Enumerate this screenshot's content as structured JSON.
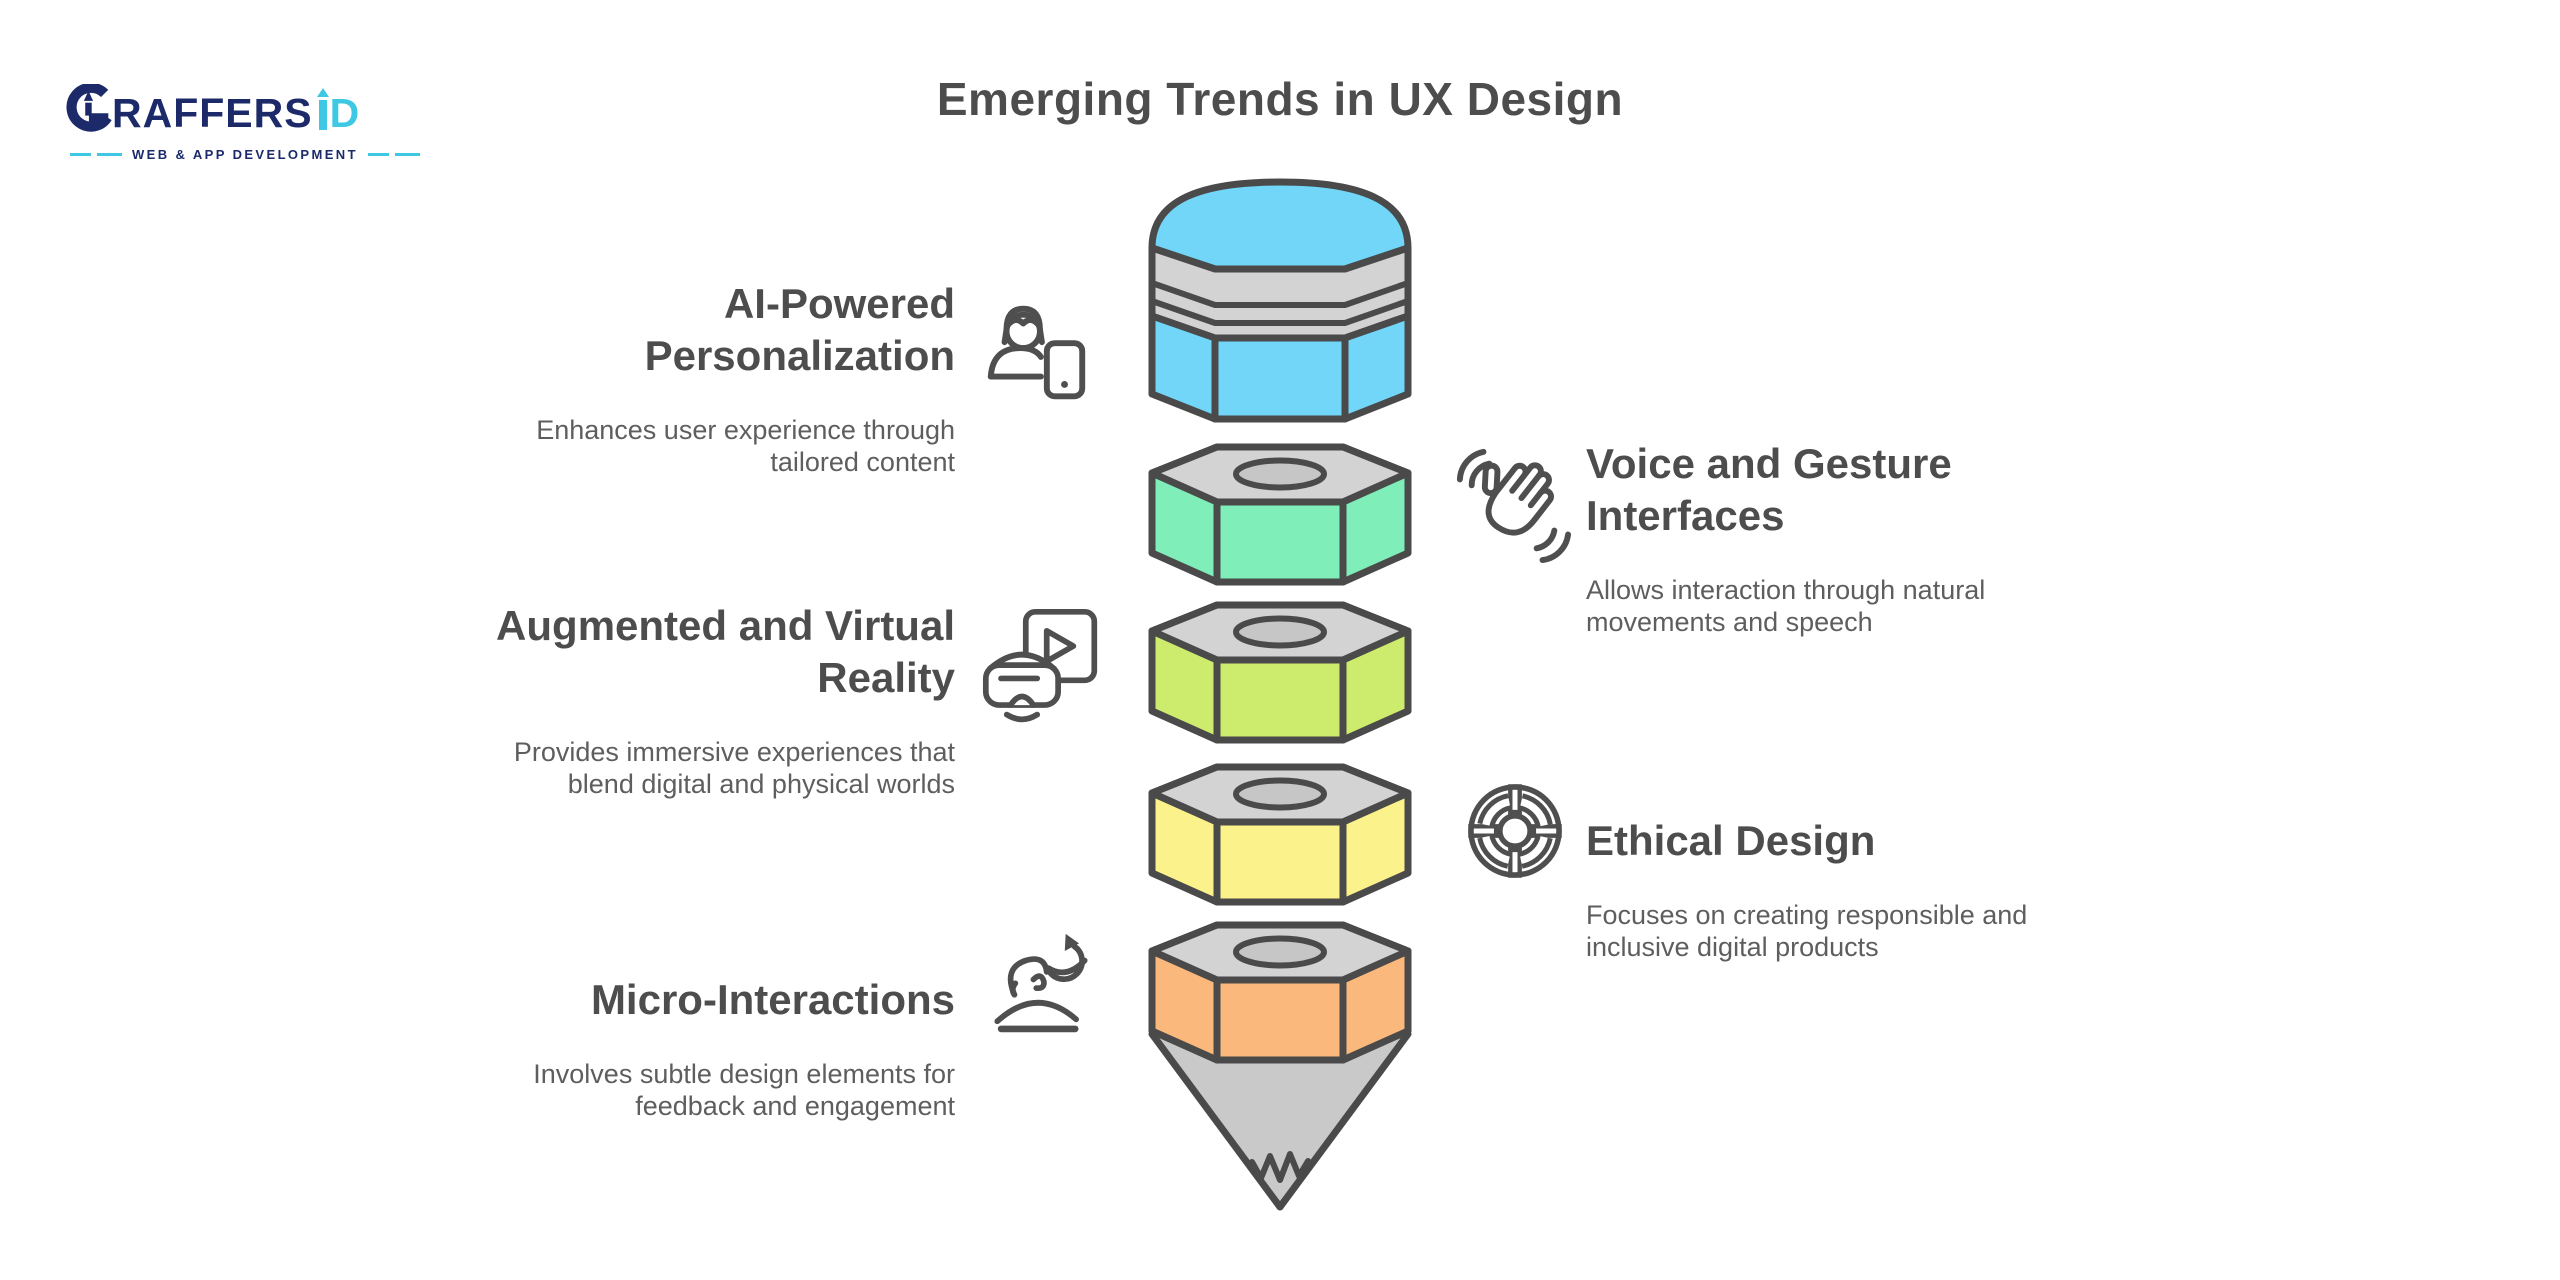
{
  "page": {
    "title": "Emerging Trends in UX Design",
    "background": "#ffffff"
  },
  "logo": {
    "brand_full": "GRAFFERSID",
    "brand_prefix": "RAFFERS",
    "brand_suffix": "D",
    "tagline": "WEB & APP DEVELOPMENT",
    "navy": "#1c2a6a",
    "cyan": "#3fc8e4"
  },
  "trends": [
    {
      "id": "ai-personalization",
      "side": "left",
      "title": "AI-Powered Personalization",
      "description": "Enhances user experience through tailored content",
      "icon": "person-tablet-icon",
      "segment_color": "#71d6f8"
    },
    {
      "id": "voice-gesture",
      "side": "right",
      "title": "Voice and Gesture Interfaces",
      "description": "Allows interaction through natural movements and speech",
      "icon": "waving-hand-icon",
      "segment_color": "#7feeb8"
    },
    {
      "id": "ar-vr",
      "side": "left",
      "title": "Augmented and Virtual Reality",
      "description": "Provides immersive experiences that blend digital and physical worlds",
      "icon": "vr-headset-video-icon",
      "segment_color": "#cdec6d"
    },
    {
      "id": "ethical-design",
      "side": "right",
      "title": "Ethical Design",
      "description": "Focuses on creating responsible and inclusive digital products",
      "icon": "wheel-icon",
      "segment_color": "#fcf28c"
    },
    {
      "id": "micro-interactions",
      "side": "left",
      "title": "Micro-Interactions",
      "description": "Involves subtle design elements for feedback and engagement",
      "icon": "rotate-head-icon",
      "segment_color": "#fab87c"
    }
  ],
  "pencil": {
    "outline": "#4a4a4a",
    "gray": "#d3d3d3",
    "hole_gray": "#c6c6c6",
    "tip_gray": "#c9c9c9"
  }
}
